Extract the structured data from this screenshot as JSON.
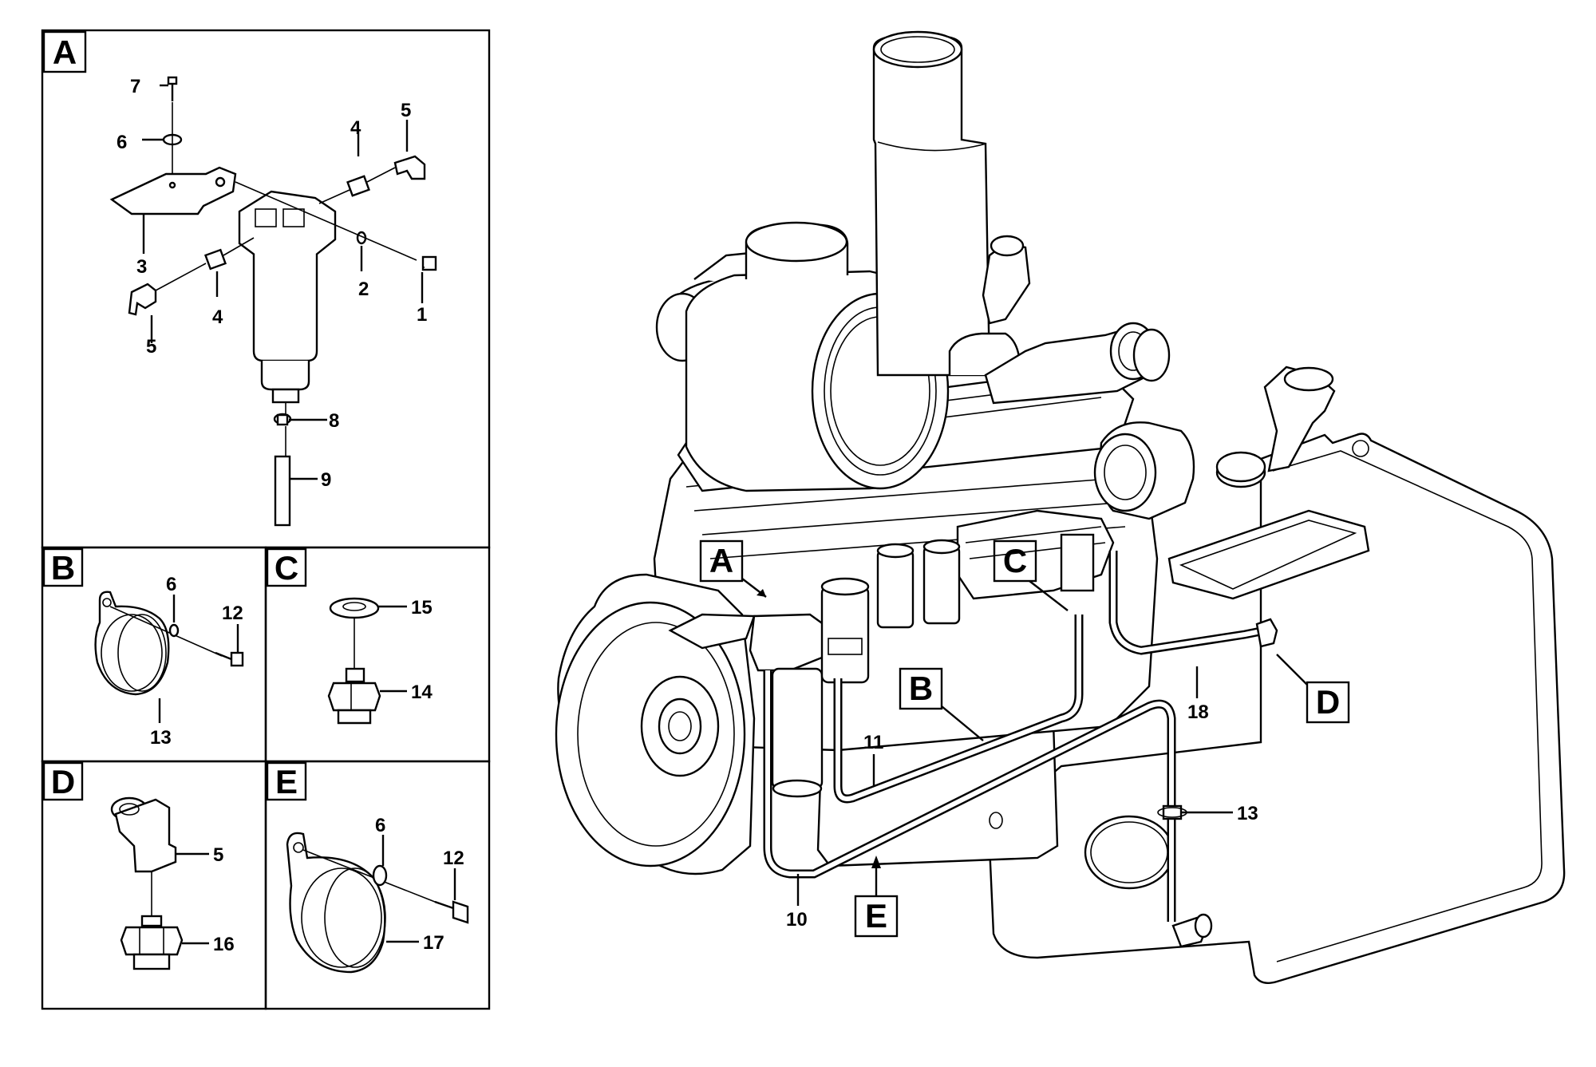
{
  "panels": {
    "A": {
      "label": "A"
    },
    "B": {
      "label": "B"
    },
    "C": {
      "label": "C"
    },
    "D": {
      "label": "D"
    },
    "E": {
      "label": "E"
    }
  },
  "callouts": {
    "A": {
      "label": "A"
    },
    "B": {
      "label": "B"
    },
    "C": {
      "label": "C"
    },
    "D": {
      "label": "D"
    },
    "E": {
      "label": "E"
    }
  },
  "panel_a_parts": {
    "p1": "1",
    "p2": "2",
    "p3": "3",
    "p4a": "4",
    "p4b": "4",
    "p5a": "5",
    "p5b": "5",
    "p6": "6",
    "p7": "7",
    "p8": "8",
    "p9": "9"
  },
  "panel_b_parts": {
    "p6": "6",
    "p12": "12",
    "p13": "13"
  },
  "panel_c_parts": {
    "p15": "15",
    "p14": "14"
  },
  "panel_d_parts": {
    "p5": "5",
    "p16": "16"
  },
  "panel_e_parts": {
    "p6": "6",
    "p12": "12",
    "p17": "17"
  },
  "main_parts": {
    "p10": "10",
    "p11": "11",
    "p13": "13",
    "p18": "18"
  }
}
